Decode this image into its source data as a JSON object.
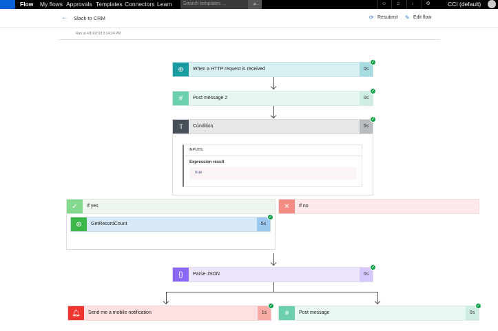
{
  "topbar": {
    "brand": "Flow",
    "nav": [
      "My flows",
      "Approvals",
      "Templates",
      "Connectors",
      "Learn"
    ],
    "search_placeholder": "Search templates ...",
    "account": "CCI (default)"
  },
  "header": {
    "title": "Slack to CRM",
    "resubmit": "Resubmit",
    "edit": "Edit flow",
    "ran_at": "Ran at 4/10/2018 3:14:24 PM"
  },
  "steps": {
    "http": {
      "label": "When a HTTP request is received",
      "duration": "0s",
      "colors": {
        "icon": "#1a9ba1",
        "body": "#d9f0f2",
        "dur": "#a6dce0"
      }
    },
    "post2": {
      "label": "Post message 2",
      "duration": "0s"
    },
    "condition": {
      "label": "Condition",
      "duration": "5s",
      "inputs": "INPUTS",
      "expr_label": "Expression result",
      "expr_value": "true"
    },
    "if_yes": {
      "label": "If yes"
    },
    "getrecord": {
      "label": "GetRecordCount",
      "duration": "5s"
    },
    "if_no": {
      "label": "If no"
    },
    "parse": {
      "label": "Parse JSON",
      "duration": "0s"
    },
    "notify": {
      "label": "Send me a mobile notification",
      "duration": "1s"
    },
    "post": {
      "label": "Post message",
      "duration": "0s"
    }
  },
  "status": "succeeded"
}
